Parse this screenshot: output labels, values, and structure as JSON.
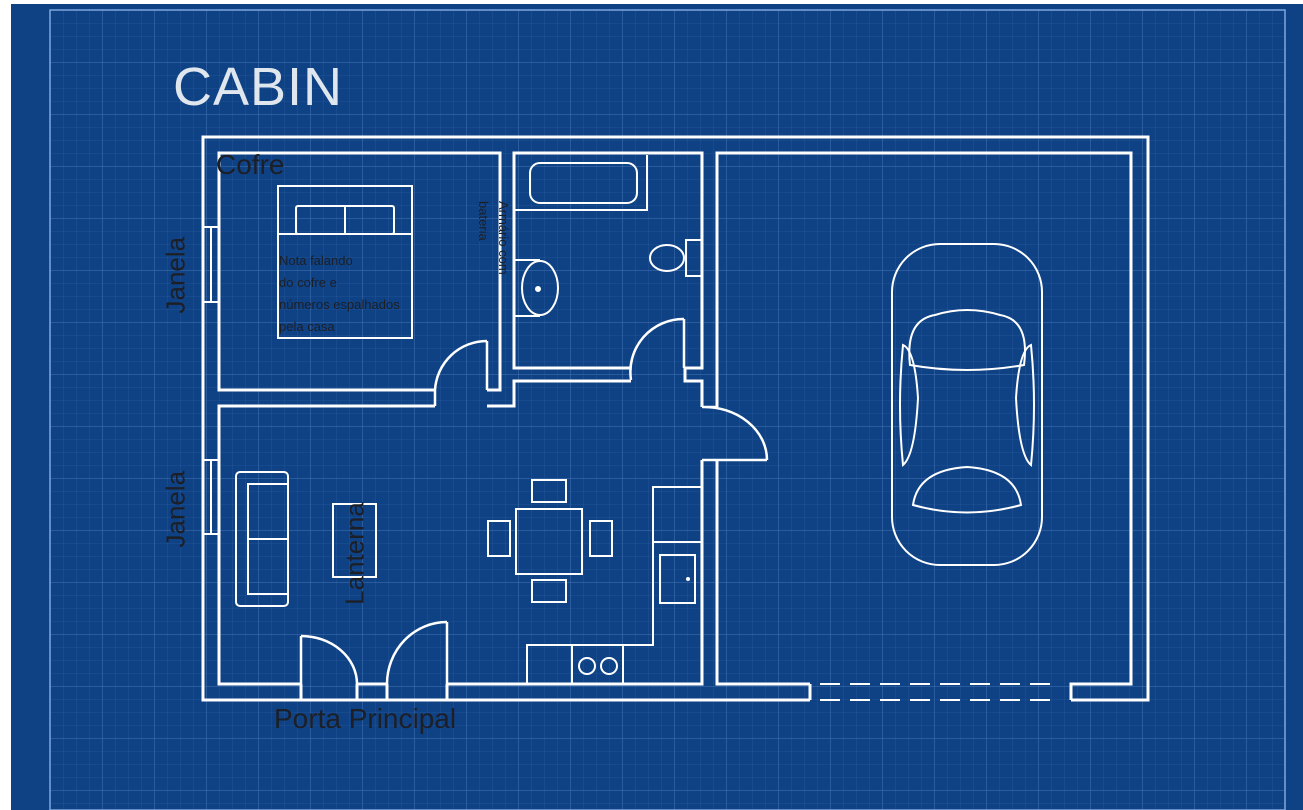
{
  "title": "CABIN",
  "labels": {
    "cofre": "Cofre",
    "janela_top": "Janela",
    "janela_bottom": "Janela",
    "nota": [
      "Nota falando",
      "do cofre e",
      "números espalhados",
      "pela casa"
    ],
    "armario": [
      "Armário com",
      "bateria"
    ],
    "lanterna": "Lanterna",
    "porta_principal": "Porta Principal"
  },
  "colors": {
    "background": "#0f4285",
    "lines": "#ffffff",
    "grid": "#3a68a8",
    "text": "#1c1f26"
  }
}
